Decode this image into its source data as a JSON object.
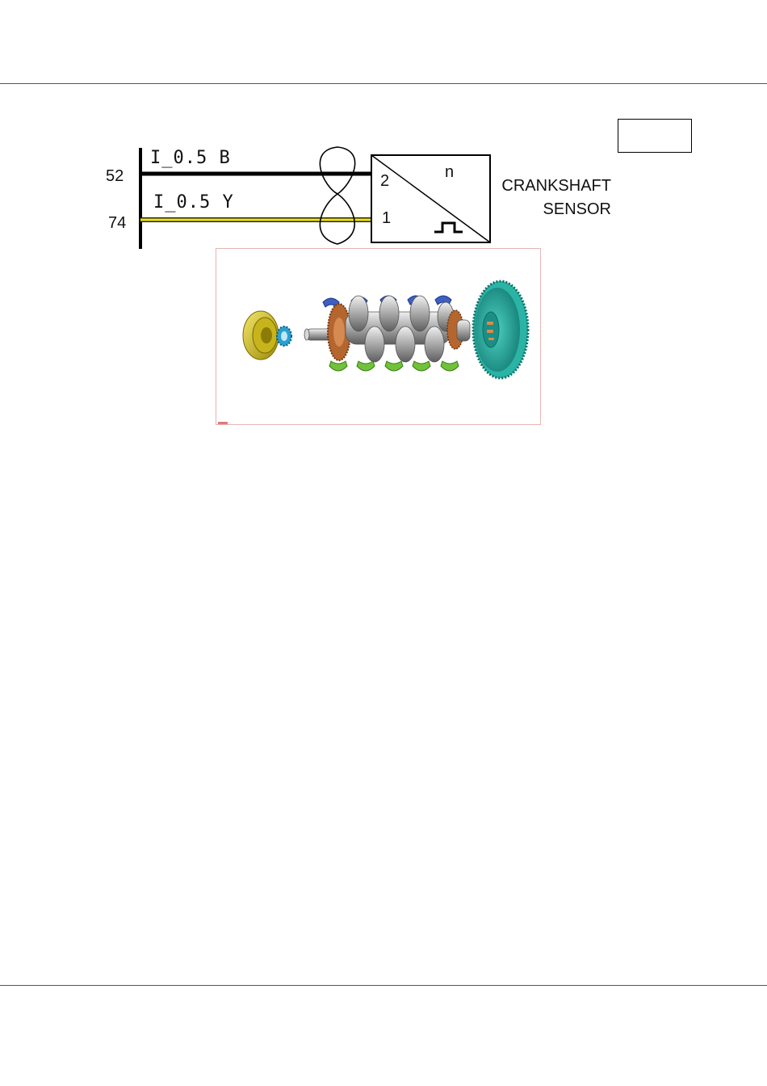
{
  "wiring": {
    "connector_pins": [
      "52",
      "74"
    ],
    "wires": [
      {
        "label": "I_0.5 B",
        "color": "#000000"
      },
      {
        "label": "I_0.5 Y",
        "color": "#f2e600"
      }
    ]
  },
  "sensor": {
    "pin_top": "2",
    "pin_bottom": "1",
    "speed_symbol": "n",
    "name_line1": "CRANKSHAFT",
    "name_line2": "SENSOR"
  },
  "illustration": {
    "subject": "exploded crankshaft assembly",
    "colors": {
      "pulley": "#d4c21a",
      "gear": "#2a9fd0",
      "crank_webs": "#9a9a9a",
      "sprocket": "#b5652e",
      "upper_bearings": "#3d5fc2",
      "lower_bearings": "#6fc23a",
      "flywheel": "#2bb3a6"
    }
  }
}
